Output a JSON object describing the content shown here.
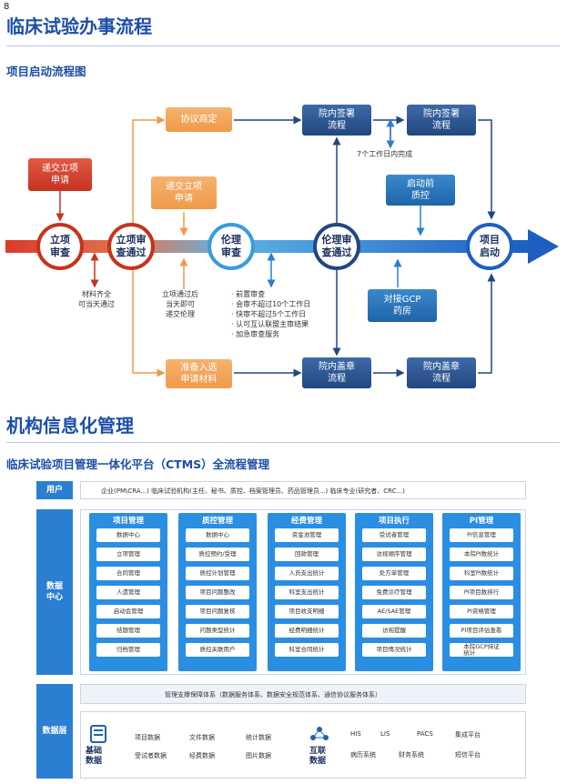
{
  "page_number": "8",
  "title": "临床试验办事流程",
  "section1": {
    "subtitle": "项目启动流程图",
    "circles": [
      "立项\n审查",
      "立项审\n查通过",
      "伦理\n审查",
      "伦理审\n查通过",
      "项目\n启动"
    ],
    "boxes": {
      "submit_project": "递交立项\n申请",
      "negotiation": "协议商定",
      "submit_project2": "递交立项\n申请",
      "admission": "准备入选\n申请材料",
      "sign1": "院内签署\n流程",
      "sign2": "院内签署\n流程",
      "stamp1": "院内盖章\n流程",
      "stamp2": "院内盖章\n流程",
      "qc": "启动前\n质控",
      "gcp": "对接GCP\n药房"
    },
    "notes": {
      "materials": "材料齐全\n可当天通过",
      "same_day": "立项通过后\n当天即可\n递交伦理",
      "seven_days": "7个工作日内完成",
      "ethics_list": [
        "· 前置审查",
        "· 会审不超过10个工作日",
        "· 快审不超过5个工作日",
        "· 认可互认联盟主审结果",
        "· 加急审查服务"
      ]
    },
    "colors": {
      "arrow_start": "#d93b2b",
      "arrow_mid": "#3a9be0",
      "arrow_end": "#1c5fc0"
    }
  },
  "section2": {
    "title": "机构信息化管理",
    "subtitle": "临床试验项目管理一体化平台（CTMS）全流程管理",
    "user_label": "用户",
    "user_text": "企业(PM\\CRA...)     临床试验机构(主任、秘书、质控、档案管理员、药品管理员...)     临床专业(研究者、CRC...)",
    "data_center_label": "数据\n中心",
    "columns": [
      {
        "title": "项目管理",
        "items": [
          "数据中心",
          "立项管理",
          "合同管理",
          "人遗管理",
          "启动会管理",
          "结题管理",
          "归档管理"
        ]
      },
      {
        "title": "质控管理",
        "items": [
          "数据中心",
          "质控预约/受理",
          "质控计划管理",
          "项目问题整改",
          "项目问题复核",
          "问题类型统计",
          "质控关联用户"
        ]
      },
      {
        "title": "经费管理",
        "items": [
          "资金池管理",
          "回款管理",
          "人员支出统计",
          "科室支出统计",
          "项目收支明细",
          "经费明细统计",
          "科室合同统计"
        ]
      },
      {
        "title": "项目执行",
        "items": [
          "受试者管理",
          "访视顺序管理",
          "处方单管理",
          "免费诊疗管理",
          "AE/SAE管理",
          "访视提醒",
          "项目情况统计"
        ]
      },
      {
        "title": "PI管理",
        "items": [
          "PI信息管理",
          "本院PI数统计",
          "科室PI数统计",
          "PI项目数排行",
          "PI资格管理",
          "PI项目评估查看",
          "本院GCP持证\n统计"
        ]
      }
    ],
    "support_text": "管理支撑保障体系（数据服务体系、数据安全规范体系、通信协议服务体系）",
    "data_layer_label": "数据层",
    "base_label": "基础\n数据",
    "base_items": [
      "项目数据",
      "文件数据",
      "统计数据",
      "受试者数据",
      "经费数据",
      "图片数据"
    ],
    "interconnect_label": "互联\n数据",
    "interconnect_items": [
      "HIS",
      "LIS",
      "PACS",
      "集成平台",
      "病历系统",
      "财务系统",
      "短信平台"
    ]
  }
}
